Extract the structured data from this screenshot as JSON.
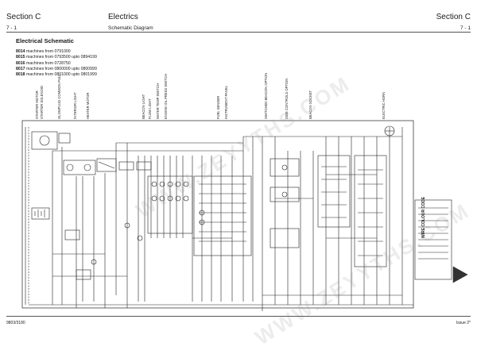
{
  "header": {
    "section": "Section C",
    "section_right": "Section C",
    "topic": "Electrics",
    "page_ref": "7 - 1",
    "page_ref_right": "7 - 1",
    "subtitle": "Schematic Diagram"
  },
  "document": {
    "title": "Electrical Schematic",
    "machines": [
      {
        "code": "8014",
        "text": "machines from 0791000"
      },
      {
        "code": "8015",
        "text": "machines from 0793500 upto 0894199"
      },
      {
        "code": "8016",
        "text": "machines from 0728750"
      },
      {
        "code": "8017",
        "text": "machines from 0800000 upto 0800999"
      },
      {
        "code": "8018",
        "text": "machines from 0801000 upto 0801999"
      }
    ]
  },
  "schematic_labels": [
    "STARTER MOTOR",
    "STARTER SOLENOID",
    "GLOWPLUG COMMON PULL",
    "INTERIOR LIGHT",
    "HEATER MOTOR",
    "BEACON LIGHT",
    "ENGINE OIL PRESS SWITCH",
    "FUEL SENDER",
    "INSTRUMENT PANEL",
    "SWITCHED BEACON OPTION",
    "SIDE CONTROLS OPTION",
    "BEACON SOCKET",
    "ELECTRIC HORN",
    "WATER TEMP SWITCH",
    "FLOW LIGHT"
  ],
  "legend": {
    "title": "WIRE COLOUR CODE"
  },
  "watermark": "WWW.ZEYYTHS.COM",
  "footer": {
    "doc_no": "9803/3180",
    "issue": "Issue 2*"
  }
}
